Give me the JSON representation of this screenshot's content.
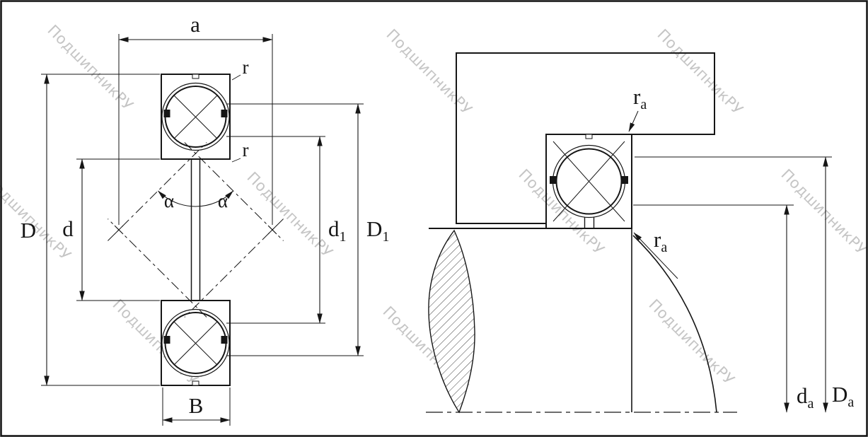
{
  "diagram": {
    "description": "Four-point contact ball bearing cross-section and mounting drawing",
    "watermark_text": "ПодшипникРУ"
  },
  "labels": {
    "a": "a",
    "r_top": "r",
    "r_inner": "r",
    "alpha_left": "α",
    "alpha_right": "α",
    "D": "D",
    "d": "d",
    "d1": {
      "base": "d",
      "sub": "1"
    },
    "D1": {
      "base": "D",
      "sub": "1"
    },
    "B": "B",
    "ra_top": {
      "base": "r",
      "sub": "a"
    },
    "ra_bottom": {
      "base": "r",
      "sub": "a"
    },
    "da": {
      "base": "d",
      "sub": "a"
    },
    "Da": {
      "base": "D",
      "sub": "a"
    }
  },
  "colors": {
    "line": "#161616",
    "background": "#ffffff",
    "watermark": "#c5c5c5"
  }
}
